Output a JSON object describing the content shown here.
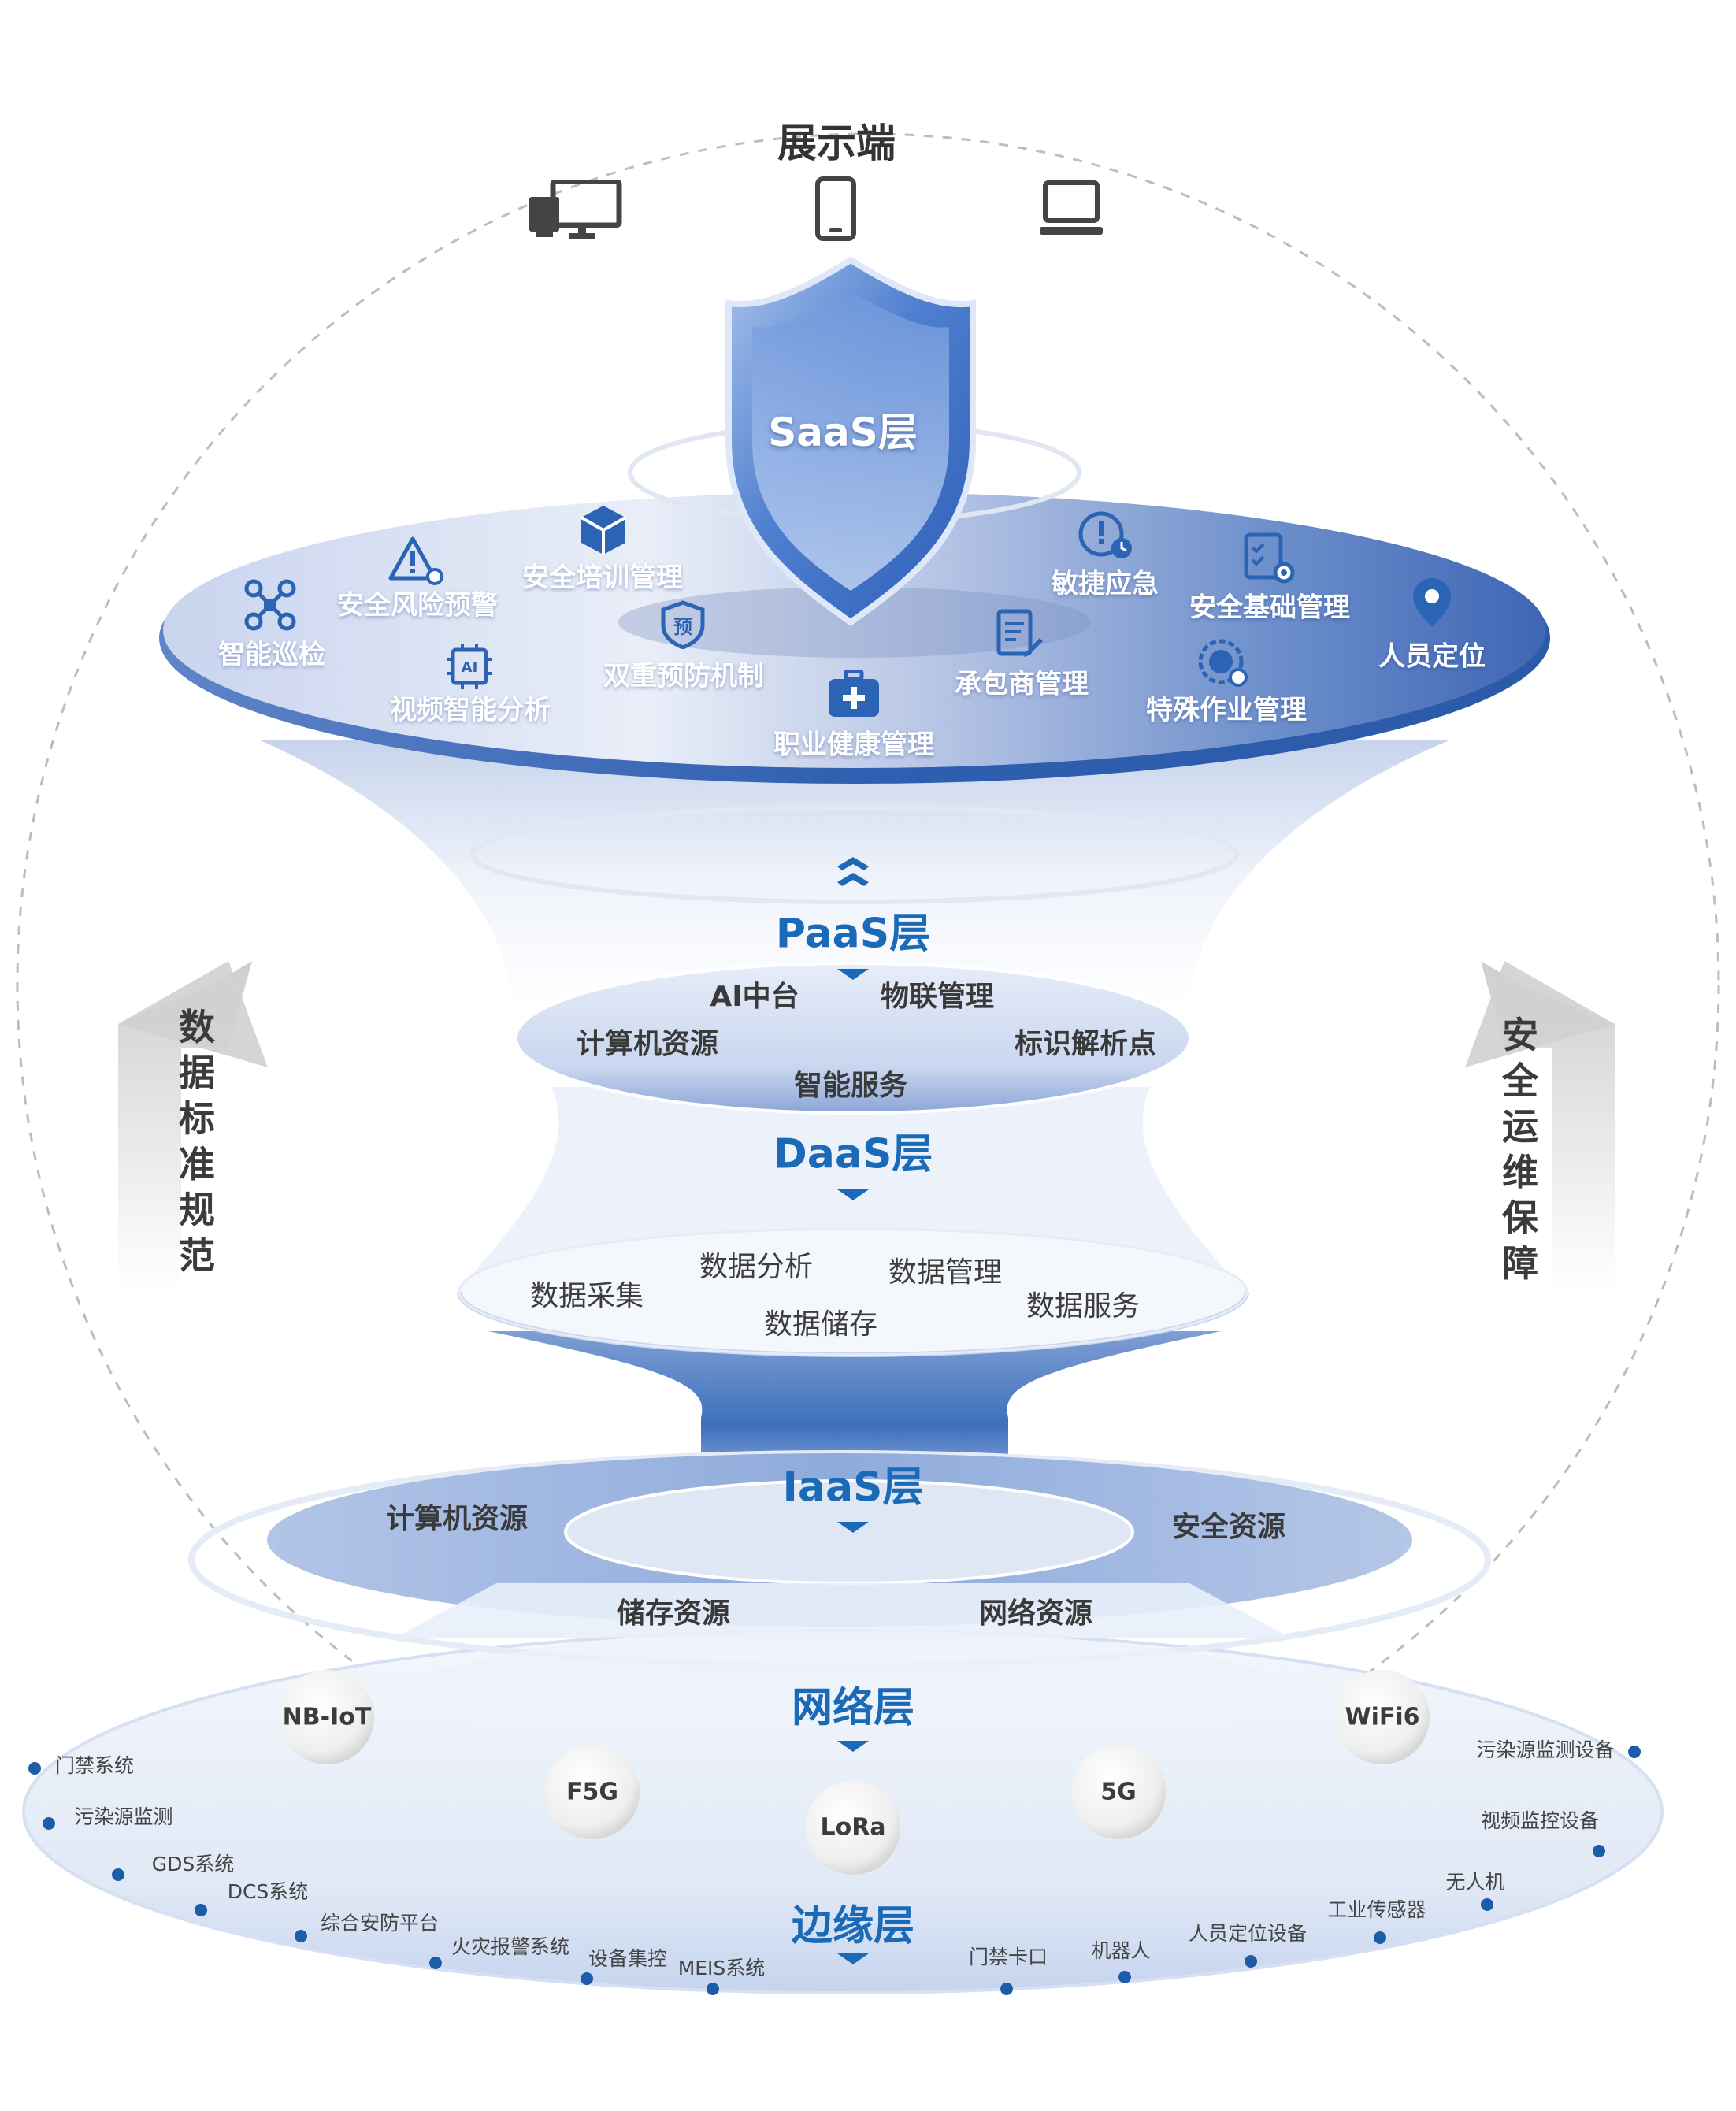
{
  "display": {
    "title": "展示端",
    "icons": [
      "desktop-monitor-icon",
      "mobile-phone-icon",
      "laptop-icon"
    ]
  },
  "saas": {
    "title": "SaaS层",
    "modules": [
      {
        "label": "智能巡检",
        "icon": "drone-icon"
      },
      {
        "label": "安全风险预警",
        "icon": "warning-gear-icon"
      },
      {
        "label": "安全培训管理",
        "icon": "cube-icon"
      },
      {
        "label": "视频智能分析",
        "icon": "ai-chip-icon"
      },
      {
        "label": "双重预防机制",
        "icon": "prevention-shield-icon"
      },
      {
        "label": "职业健康管理",
        "icon": "medical-kit-icon"
      },
      {
        "label": "承包商管理",
        "icon": "clipboard-edit-icon"
      },
      {
        "label": "敏捷应急",
        "icon": "emergency-clock-icon"
      },
      {
        "label": "安全基础管理",
        "icon": "checklist-gear-icon"
      },
      {
        "label": "特殊作业管理",
        "icon": "work-gear-icon"
      },
      {
        "label": "人员定位",
        "icon": "location-pin-icon"
      }
    ],
    "shield_icon_text": "预"
  },
  "paas": {
    "title": "PaaS层",
    "items": [
      "AI中台",
      "物联管理",
      "计算机资源",
      "标识解析点",
      "智能服务"
    ]
  },
  "daas": {
    "title": "DaaS层",
    "items": [
      "数据分析",
      "数据管理",
      "数据采集",
      "数据服务",
      "数据储存"
    ]
  },
  "iaas": {
    "title": "IaaS层",
    "items": [
      "计算机资源",
      "安全资源",
      "储存资源",
      "网络资源"
    ]
  },
  "network": {
    "title": "网络层",
    "protocols": [
      "NB-IoT",
      "WiFi6",
      "F5G",
      "5G",
      "LoRa"
    ]
  },
  "edge": {
    "title": "边缘层",
    "devices": [
      "门禁系统",
      "污染源监测",
      "GDS系统",
      "DCS系统",
      "综合安防平台",
      "火灾报警系统",
      "设备集控",
      "MEIS系统",
      "门禁卡口",
      "机器人",
      "人员定位设备",
      "工业传感器",
      "无人机",
      "视频监控设备",
      "污染源监测设备"
    ]
  },
  "sides": {
    "left": "数据标准规范",
    "right": "安全运维保障"
  },
  "colors": {
    "layer_blue": "#1a6ab8",
    "saas_disc": "#4a73be",
    "device_dot": "#1c5ca8"
  }
}
